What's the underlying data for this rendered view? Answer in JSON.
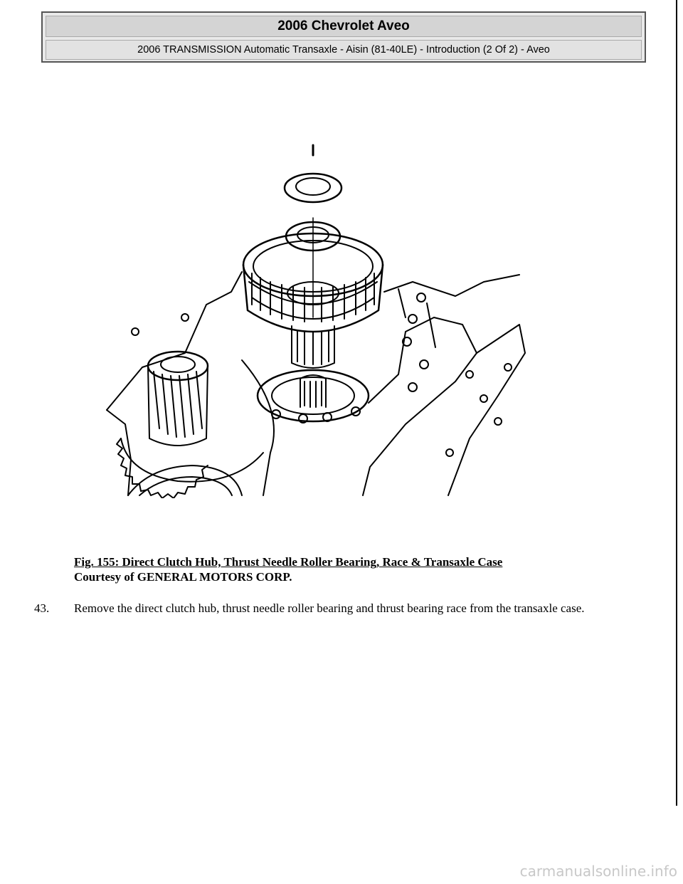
{
  "header": {
    "title": "2006 Chevrolet Aveo",
    "subtitle": "2006 TRANSMISSION Automatic Transaxle - Aisin (81-40LE) - Introduction (2 Of 2) - Aveo"
  },
  "figure": {
    "caption": "Fig. 155: Direct Clutch Hub, Thrust Needle Roller Bearing, Race & Transaxle Case",
    "courtesy": "Courtesy of GENERAL MOTORS CORP."
  },
  "step": {
    "number": "43.",
    "text": "Remove the direct clutch hub, thrust needle roller bearing and thrust bearing race from the transaxle case."
  },
  "watermark": "carmanualsonline.info"
}
